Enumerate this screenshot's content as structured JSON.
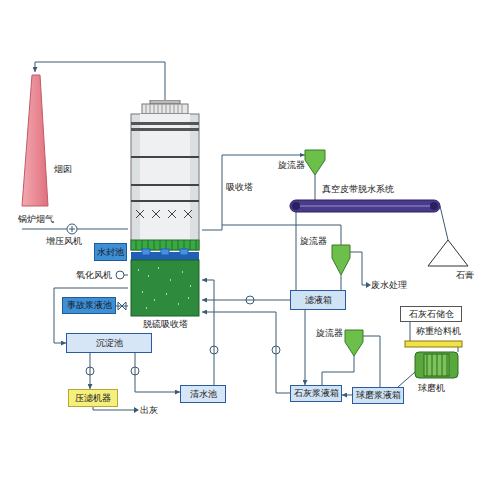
{
  "diagram": {
    "nodes": [
      {
        "text": [
          "烟囱"
        ]
      },
      {
        "text": [
          "脱硫吸收塔"
        ]
      },
      {
        "text": [
          "水封池"
        ]
      },
      {
        "text": [
          "事故浆液池"
        ]
      },
      {
        "text": [
          "沉淀池"
        ]
      },
      {
        "text": [
          "压滤机器"
        ]
      },
      {
        "text": [
          "清水池"
        ]
      },
      {
        "text": [
          "滤液箱"
        ]
      },
      {
        "text": [
          "石灰浆液箱"
        ]
      },
      {
        "text": [
          "球磨浆液箱"
        ]
      },
      {
        "text": [
          "石灰石储仓"
        ]
      }
    ],
    "edges": [
      {
        "from": 1,
        "to": 0,
        "arrow": "to"
      },
      {
        "from": 3,
        "to": 1,
        "arrow": "none"
      },
      {
        "from": 4,
        "to": 5,
        "arrow": "to"
      },
      {
        "from": 4,
        "to": 6,
        "arrow": "to"
      },
      {
        "from": 6,
        "to": 1,
        "arrow": "to"
      },
      {
        "from": 1,
        "to": 4,
        "arrow": "to"
      },
      {
        "from": 7,
        "to": 8,
        "arrow": "to"
      },
      {
        "from": 8,
        "to": 1,
        "arrow": "to"
      },
      {
        "from": 7,
        "to": 1,
        "arrow": "to"
      },
      {
        "from": 9,
        "to": 8,
        "arrow": "to"
      }
    ],
    "labels": [
      "锅炉烟气",
      "增压风机",
      "氧化风机",
      "出灰",
      "吸收塔",
      "旋流器",
      "真空皮带脱水系统",
      "石膏",
      "旋流器",
      "废水处理",
      "称重给料机",
      "旋流器",
      "球磨机"
    ]
  }
}
